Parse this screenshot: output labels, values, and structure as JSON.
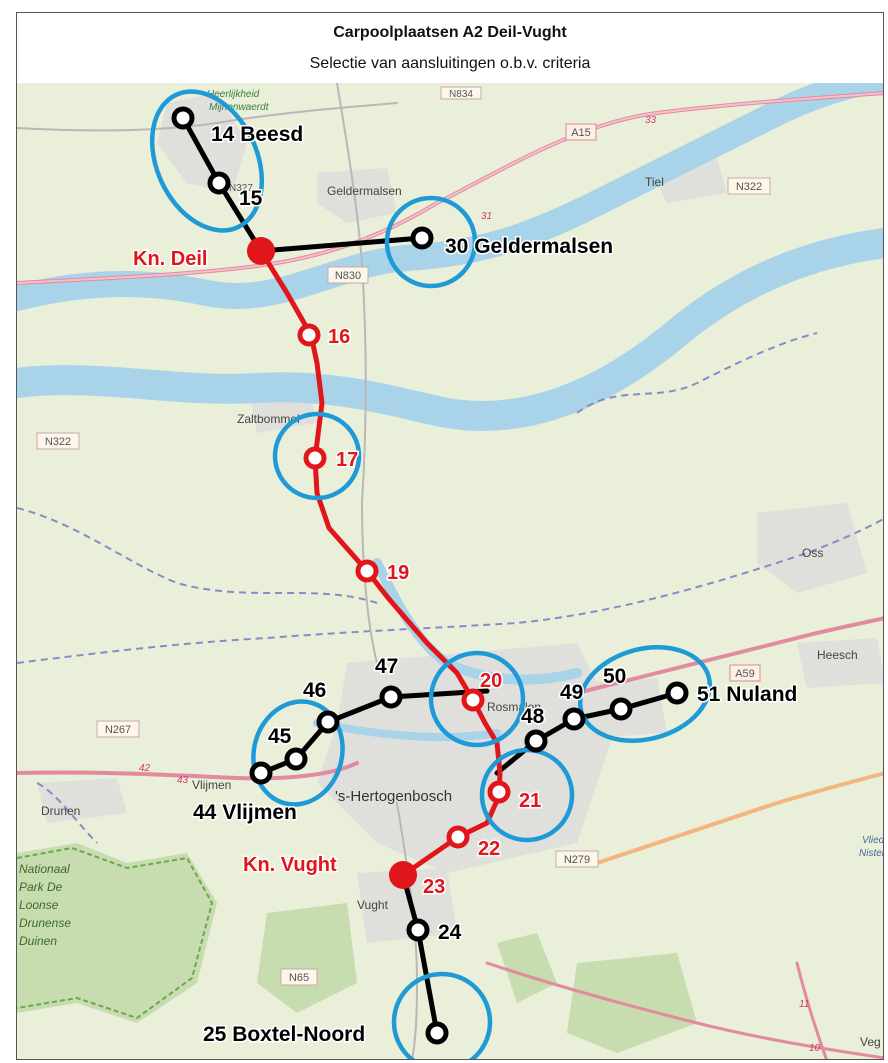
{
  "header": {
    "title": "Carpoolplaatsen A2 Deil-Vught",
    "subtitle": "Selectie van aansluitingen o.b.v. criteria"
  },
  "colors": {
    "route_red": "#e0161b",
    "route_black": "#000000",
    "selection_blue": "#1e9ad6",
    "river": "#a9d3e8",
    "land": "#e8efd8",
    "urban": "#dcdcdc",
    "forest": "#c6dcae"
  },
  "stops": {
    "s14": "14 Beesd",
    "s15": "15",
    "s30": "30 Geldermalsen",
    "knDeil": "Kn. Deil",
    "s16": "16",
    "s17": "17",
    "s19": "19",
    "s20": "20",
    "s21": "21",
    "s22": "22",
    "knVught": "Kn. Vught",
    "s23": "23",
    "s24": "24",
    "s25": "25 Boxtel-Noord",
    "s44": "44 Vlijmen",
    "s45": "45",
    "s46": "46",
    "s47": "47",
    "s48": "48",
    "s49": "49",
    "s50": "50",
    "s51": "51 Nuland"
  },
  "places": {
    "heerlijkheid": "Heerlijkheid",
    "mijnenwaerdt": "Mijnenwaerdt",
    "geldermalsen": "Geldermalsen",
    "tiel": "Tiel",
    "zaltbommel": "Zaltbommel",
    "oss": "Oss",
    "heesch": "Heesch",
    "rosmalen": "Rosmalen",
    "vlijmen": "Vlijmen",
    "drunen": "Drunen",
    "shertogenbosch": "'s-Hertogenbosch",
    "vught": "Vught",
    "vlied": "Vlied",
    "nister": "Nister",
    "veg": "Veg",
    "park1": "Nationaal",
    "park2": "Park De",
    "park3": "Loonse",
    "park4": "Drunense",
    "park5": "Duinen"
  },
  "roads": {
    "a15": "A15",
    "a59": "A59",
    "n322a": "N322",
    "n322b": "N322",
    "n830": "N830",
    "n267": "N267",
    "n279": "N279",
    "n65": "N65",
    "n834": "N834",
    "n327": "N327",
    "exit33": "33",
    "exit31": "31",
    "exit42": "42",
    "exit43": "43",
    "exit11": "11",
    "exit10": "10"
  }
}
